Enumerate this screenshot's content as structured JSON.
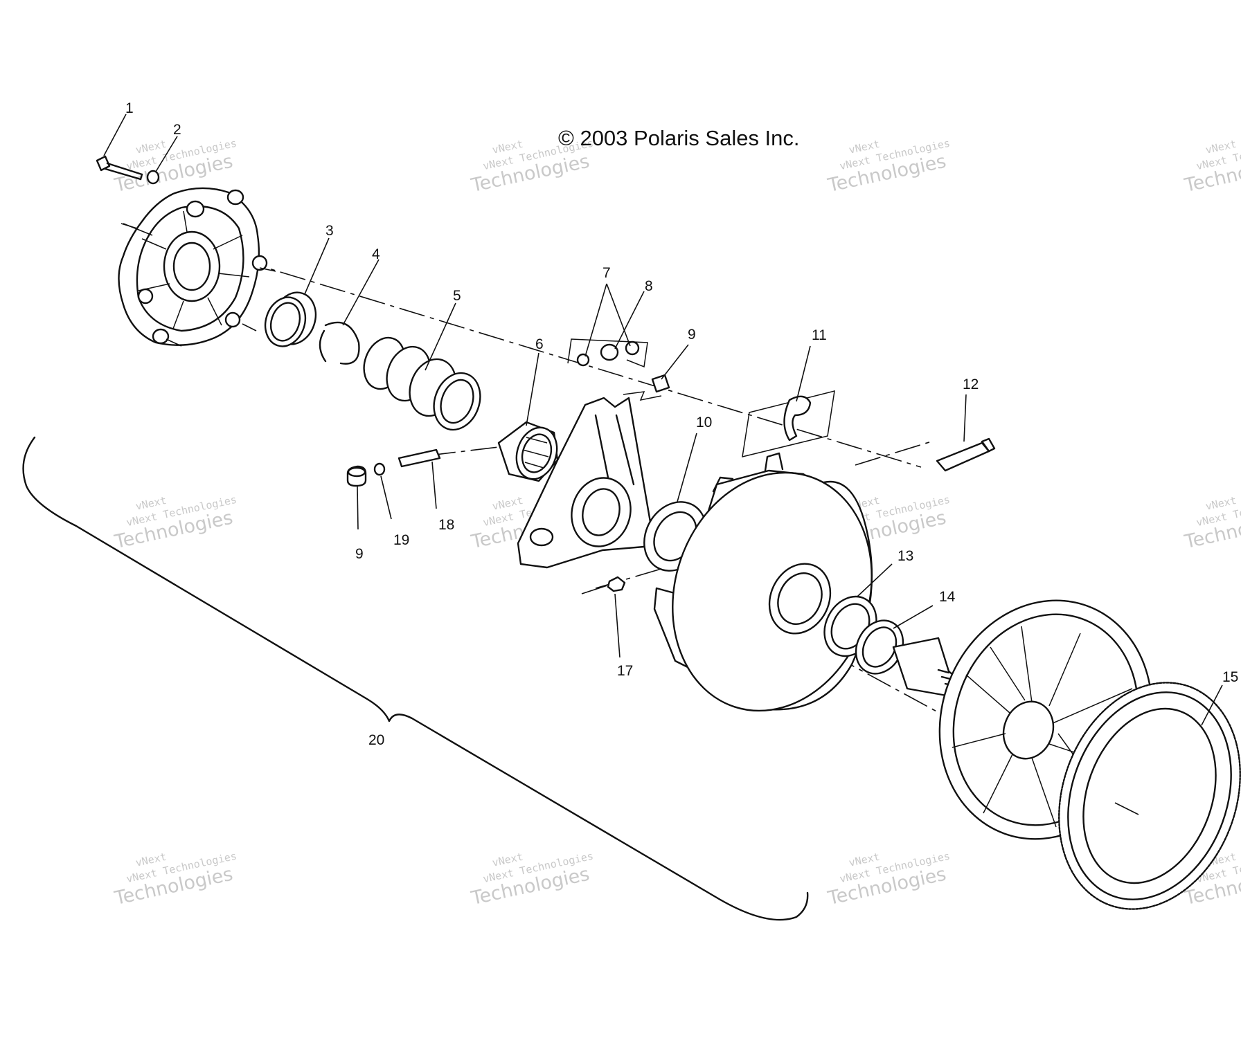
{
  "copyright": "© 2003 Polaris Sales Inc.",
  "watermark": {
    "line1": "vNext",
    "line2": "vNext Technologies",
    "line3": "Technologies"
  },
  "callouts": {
    "c1": "1",
    "c2": "2",
    "c3": "3",
    "c4": "4",
    "c5": "5",
    "c6": "6",
    "c7": "7",
    "c8": "8",
    "c9a": "9",
    "c9b": "9",
    "c10": "10",
    "c11": "11",
    "c12": "12",
    "c13": "13",
    "c14": "14",
    "c15": "15",
    "c17": "17",
    "c18": "18",
    "c19": "19",
    "c20": "20"
  }
}
